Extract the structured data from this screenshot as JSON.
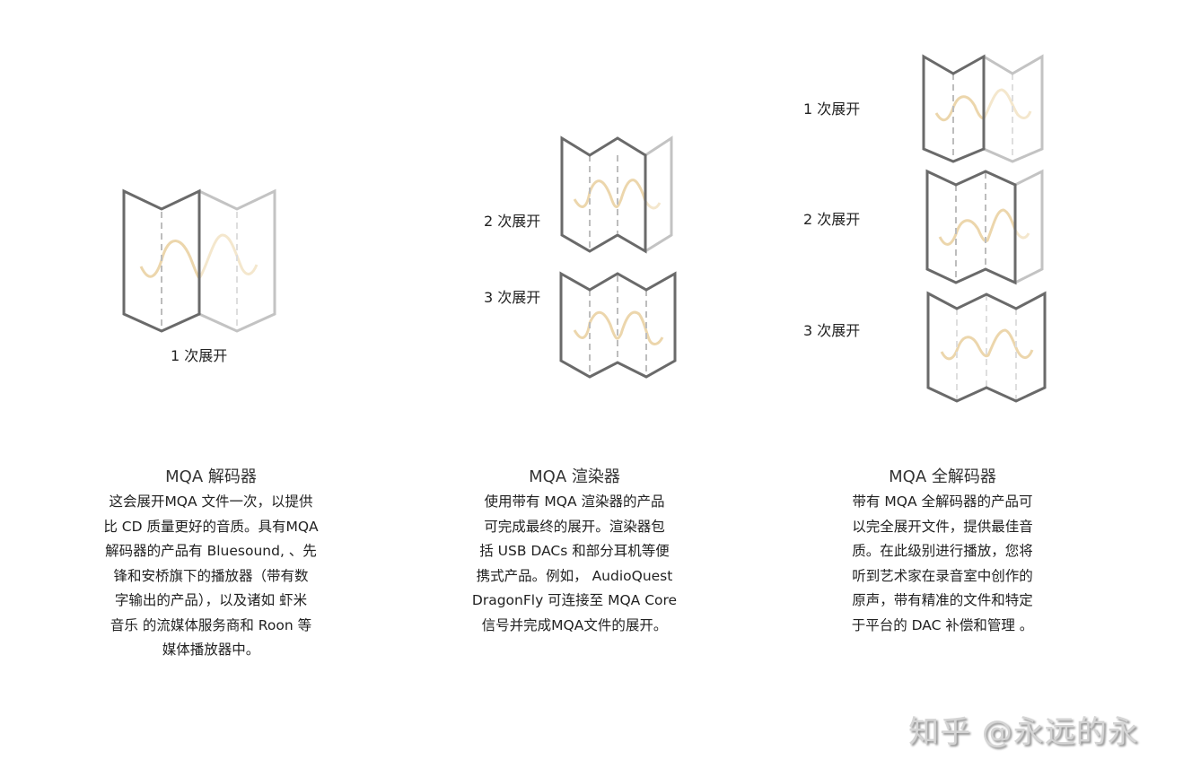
{
  "diagrams": {
    "decoder": {
      "label": "1 次展开"
    },
    "renderer": {
      "labels": [
        "2 次展开",
        "3 次展开"
      ]
    },
    "full_decoder": {
      "labels": [
        "1 次展开",
        "2 次展开",
        "3 次展开"
      ]
    }
  },
  "columns": [
    {
      "title": "MQA 解码器",
      "lines": [
        "这会展开MQA 文件一次，以提供",
        "比 CD 质量更好的音质。具有MQA",
        "解码器的产品有  Bluesound, 、先",
        "锋和安桥旗下的播放器（带有数",
        "字输出的产品），以及诸如 虾米",
        "音乐 的流媒体服务商和 Roon 等",
        "媒体播放器中。"
      ]
    },
    {
      "title": "MQA 渲染器",
      "lines": [
        "使用带有 MQA 渲染器的产品",
        "可完成最终的展开。渲染器包",
        "括 USB DACs 和部分耳机等便",
        "携式产品。例如， AudioQuest",
        "DragonFly 可连接至 MQA Core",
        "信号并完成MQA文件的展开。"
      ]
    },
    {
      "title": "MQA 全解码器",
      "lines": [
        "带有 MQA 全解码器的产品可",
        "以完全展开文件，提供最佳音",
        "质。在此级别进行播放，您将",
        "听到艺术家在录音室中创作的",
        "原声，带有精准的文件和特定",
        "于平台的 DAC 补偿和管理 。"
      ]
    }
  ],
  "watermark": "知乎 @永远的永",
  "colors": {
    "fold_dark": "#6a6a6a",
    "fold_light": "#c3c3c3",
    "wave": "#ecd6ac",
    "text": "#222222"
  }
}
